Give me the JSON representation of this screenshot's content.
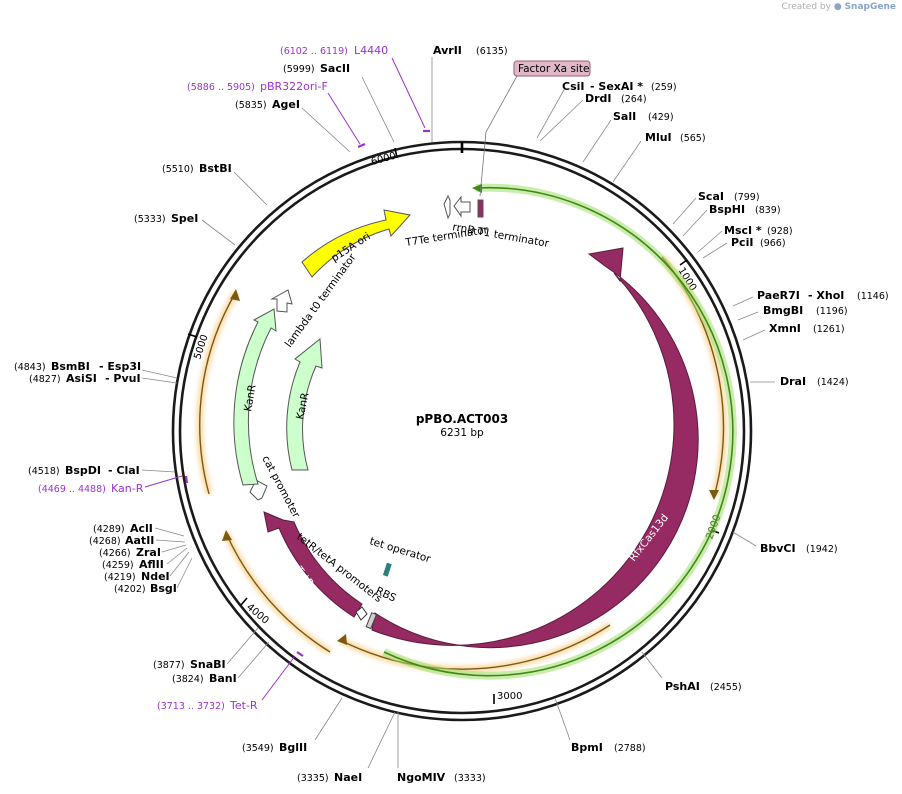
{
  "credit": {
    "prefix": "Created by",
    "brand": "SnapGene"
  },
  "plasmid": {
    "name": "pPBO.ACT003",
    "length": "6231 bp"
  },
  "ticks": [
    "1000",
    "2000",
    "3000",
    "4000",
    "5000",
    "6000"
  ],
  "sites": [
    {
      "name": "AvrII",
      "pos": "(6135)"
    },
    {
      "name": "CsiI",
      "name2": "- SexAI *",
      "pos": "(259)"
    },
    {
      "name": "DrdI",
      "pos": "(264)"
    },
    {
      "name": "SalI",
      "pos": "(429)"
    },
    {
      "name": "MluI",
      "pos": "(565)"
    },
    {
      "name": "ScaI",
      "pos": "(799)"
    },
    {
      "name": "BspHI",
      "pos": "(839)"
    },
    {
      "name": "MscI *",
      "pos": "(928)"
    },
    {
      "name": "PciI",
      "pos": "(966)"
    },
    {
      "name": "PaeR7I",
      "name2": "- XhoI",
      "pos": "(1146)"
    },
    {
      "name": "BmgBI",
      "pos": "(1196)"
    },
    {
      "name": "XmnI",
      "pos": "(1261)"
    },
    {
      "name": "DraI",
      "pos": "(1424)"
    },
    {
      "name": "BbvCI",
      "pos": "(1942)"
    },
    {
      "name": "PshAI",
      "pos": "(2455)"
    },
    {
      "name": "BpmI",
      "pos": "(2788)"
    },
    {
      "name": "NgoMIV",
      "pos": "(3333)"
    },
    {
      "name": "NaeI",
      "pos": "(3335)"
    },
    {
      "name": "BglII",
      "pos": "(3549)"
    },
    {
      "name": "BanI",
      "pos": "(3824)"
    },
    {
      "name": "SnaBI",
      "pos": "(3877)"
    },
    {
      "name": "BsgI",
      "pos": "(4202)"
    },
    {
      "name": "NdeI",
      "pos": "(4219)"
    },
    {
      "name": "AflII",
      "pos": "(4259)"
    },
    {
      "name": "ZraI",
      "pos": "(4266)"
    },
    {
      "name": "AatII",
      "pos": "(4268)"
    },
    {
      "name": "AclI",
      "pos": "(4289)"
    },
    {
      "name": "BspDI",
      "name2": "- ClaI",
      "pos": "(4518)"
    },
    {
      "name": "AsiSI",
      "name2": "- PvuI",
      "pos": "(4827)"
    },
    {
      "name": "BsmBI",
      "name2": "- Esp3I",
      "pos": "(4843)"
    },
    {
      "name": "SpeI",
      "pos": "(5333)"
    },
    {
      "name": "BstBI",
      "pos": "(5510)"
    },
    {
      "name": "AgeI",
      "pos": "(5835)"
    },
    {
      "name": "SacII",
      "pos": "(5999)"
    }
  ],
  "primers": [
    {
      "name": "L4440",
      "range": "(6102 .. 6119)"
    },
    {
      "name": "pBR322ori-F",
      "range": "(5886 .. 5905)"
    },
    {
      "name": "Kan-R",
      "range": "(4469 .. 4488)"
    },
    {
      "name": "Tet-R",
      "range": "(3713 .. 3732)"
    }
  ],
  "features": {
    "factor_xa": "Factor Xa site",
    "rrnb": "rrnB T1 terminator",
    "t7te": "T7Te terminator",
    "p15a": "p15A ori",
    "lambda": "lambda t0 terminator",
    "kanr_outer": "KanR",
    "kanr_inner": "KanR",
    "cat": "cat promoter",
    "tetr_prom": "tetR/tetA promoters",
    "tetr": "TetR",
    "tet_operator": "tet operator",
    "rbs": "RBS",
    "rfxcas13d": "RfxCas13d"
  },
  "colors": {
    "backbone": "#1a1a1a",
    "primer": "#9a33cc",
    "cas13": "#962a62",
    "orange_track": "#f5b040",
    "green_track": "#4f9a1c",
    "ori": "#ffff00",
    "marker": "#ccffcc",
    "factor_xa_box": "#e0b8c8",
    "operator": "#2c7f78"
  }
}
